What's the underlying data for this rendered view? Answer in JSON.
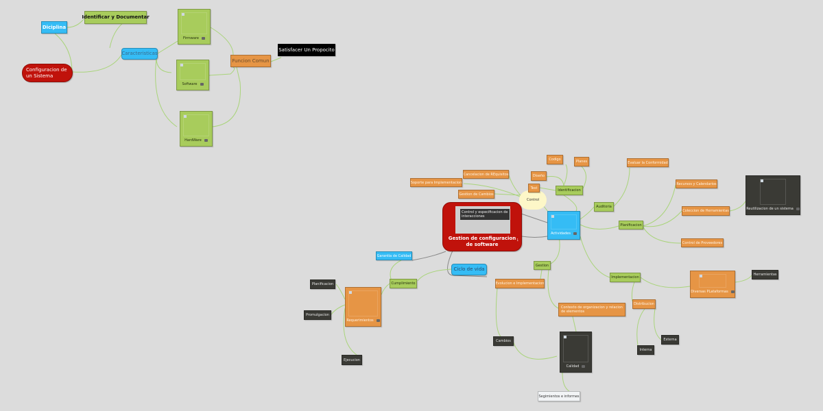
{
  "map1": {
    "root": "Configuracion de un Sistema",
    "diciplina": "Diciplina",
    "identificar": "Identificar y Documentar",
    "caracteristicas": "Caracteristicas",
    "firmware": "Firmware",
    "software": "Software",
    "hardware": "HardWare",
    "funcion_comun": "Funcion Comun",
    "satisfacer": "Satisfacer Un Propocito"
  },
  "map2": {
    "root": "Gestion de configuracion de software",
    "root_badge": "1",
    "root_tooltip": "Control y especificacion de interacciones",
    "control": "Control",
    "cancelacion": "Cancelacion de REquisitos",
    "soporte": "Soporte para Implementacion",
    "gestion_cambios": "Gestion de Cambios",
    "test": "Test",
    "diseno": "Diseño",
    "codigo": "Codigo",
    "planes": "Planes",
    "identificacion": "Identificacion",
    "actividades": "Actividades",
    "auditoria": "Auditoria",
    "evaluar": "Evaluar la Conformidad",
    "planificacion": "Planificacion",
    "recursos": "Recursos y Calendarios",
    "coleccion": "Coleccion de Herramientas",
    "reutilizacion": "Reutilizacion de un sistema",
    "control_proveedores": "Control de Proveedores",
    "implementacion": "Implementacion",
    "diversas": "Diversas PLataformas",
    "herramientas": "Herramientas",
    "distribucion": "Distribucion",
    "externa": "Externa",
    "interna": "Interna",
    "gestion": "Gestion",
    "evolucion": "Evolucion e Implementacion",
    "contexto": "Contexto de organizacion y relacion de elementos",
    "cambios": "Cambios",
    "calidad": "Calidad",
    "seguimientos": "Segimientos e informes",
    "garantia": "Garantia de Calidad",
    "ciclo": "Ciclo de vida",
    "cumplimiento": "Cumplimiento",
    "requerimientos": "Requerimientos",
    "planificacion_l": "Planificacion",
    "promulgacion": "Promulgacion",
    "ejecucion": "Ejecucion"
  },
  "colors": {
    "orange": "#e69545",
    "green": "#a8cc5c",
    "blue": "#35bcf5",
    "dark": "#3a3a35",
    "red": "#c0120b"
  }
}
